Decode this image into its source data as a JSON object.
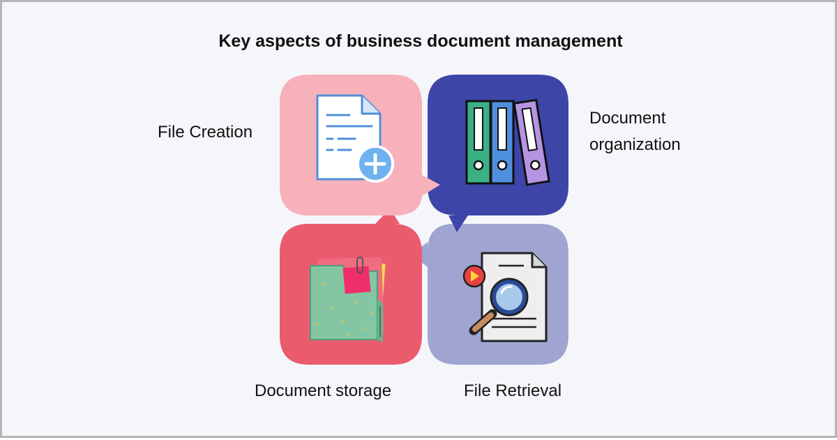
{
  "title": "Key aspects of business document management",
  "quadrants": {
    "top_left": {
      "label": "File Creation",
      "color": "#f7b1bb",
      "icon": "document-add-icon"
    },
    "top_right": {
      "label": "Document organization",
      "line1": "Document",
      "line2": "organization",
      "color": "#3e45a8",
      "icon": "binders-icon"
    },
    "bottom_left": {
      "label": "Document storage",
      "color": "#ea5b6e",
      "icon": "folder-icon"
    },
    "bottom_right": {
      "label": "File Retrieval",
      "color": "#9fa4d1",
      "icon": "document-search-icon"
    }
  }
}
